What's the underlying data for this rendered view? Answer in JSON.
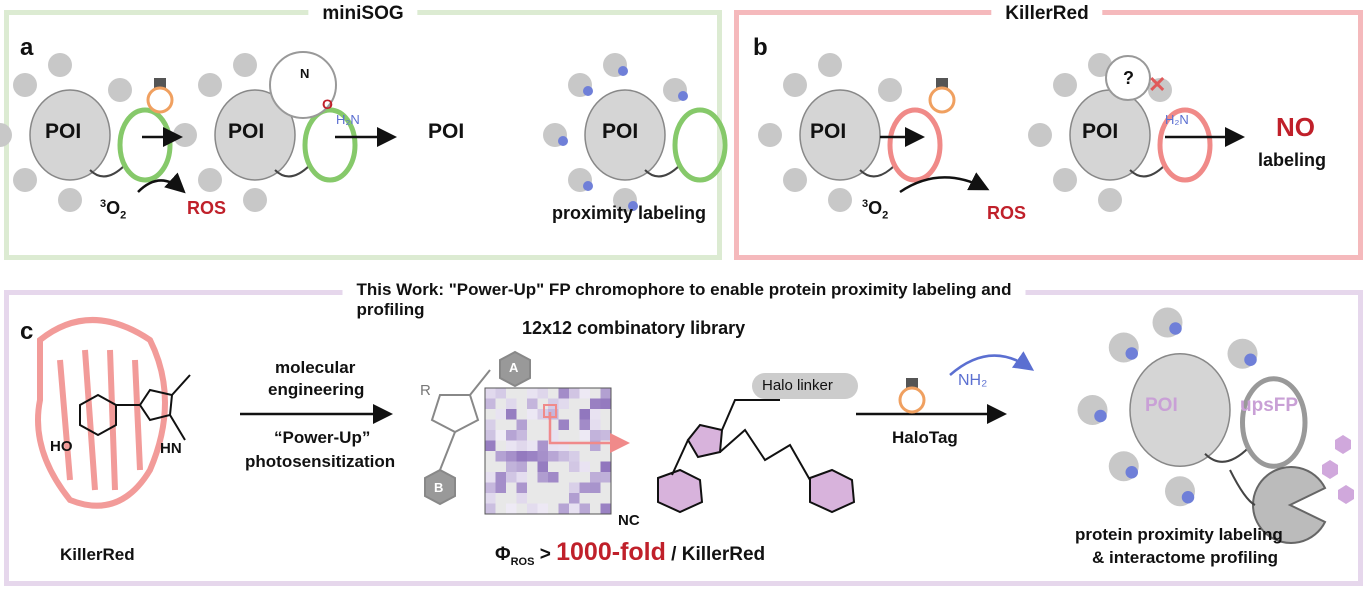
{
  "panel_a": {
    "title": "miniSOG",
    "label": "a",
    "poi": "POI",
    "o2": "O",
    "o2_sup": "3",
    "o2_sub": "2",
    "ros": "ROS",
    "amine": "H₂N",
    "result": "proximity labeling",
    "ring_o": "O",
    "ring_n": "N"
  },
  "panel_b": {
    "title": "KillerRed",
    "label": "b",
    "poi": "POI",
    "question": "?",
    "o2": "O",
    "o2_sup": "3",
    "o2_sub": "2",
    "ros": "ROS",
    "amine": "H₂N",
    "no": "NO",
    "labeling": "labeling"
  },
  "panel_c": {
    "label": "c",
    "title": "This Work: \"Power-Up\" FP chromophore to enable protein proximity labeling and profiling",
    "library": "12x12 combinatory library",
    "step1_line1": "molecular",
    "step1_line2": "engineering",
    "step1_line3": "“Power-Up”",
    "step1_line4": "photosensitization",
    "killerred": "KillerRed",
    "ho": "HO",
    "hn": "HN",
    "ring_a": "A",
    "ring_b": "B",
    "r_group": "R",
    "halo_linker": "Halo linker",
    "nc": "NC",
    "phi": "Φ",
    "phi_sub": "ROS",
    "gt": ">",
    "fold": "1000-fold",
    "per": "/ KillerRed",
    "nh2": "NH₂",
    "halotag": "HaloTag",
    "poi": "POI",
    "upsfp": "upsFP",
    "result_line1": "protein proximity labeling",
    "result_line2": "& interactome profiling"
  },
  "colors": {
    "green": "#dcebd2",
    "pink": "#f5b9bc",
    "lavender": "#e6d7ec",
    "red": "#c0202a",
    "blue": "#5b6fd1",
    "heat": "#7a5ab0"
  }
}
